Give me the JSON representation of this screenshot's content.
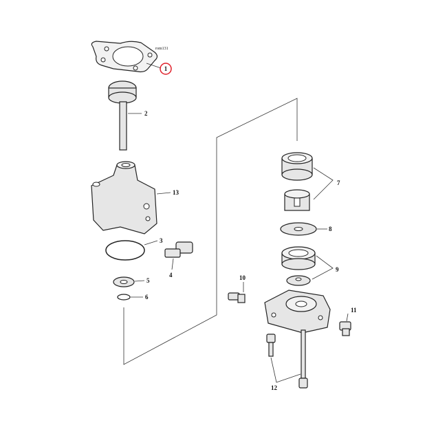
{
  "diagram": {
    "reference_code": "rom131",
    "highlight_color": "#e0202a",
    "callouts": [
      {
        "number": "1",
        "highlighted": true
      },
      {
        "number": "2"
      },
      {
        "number": "13"
      },
      {
        "number": "3"
      },
      {
        "number": "4"
      },
      {
        "number": "5"
      },
      {
        "number": "6"
      },
      {
        "number": "7"
      },
      {
        "number": "8"
      },
      {
        "number": "9"
      },
      {
        "number": "10"
      },
      {
        "number": "11"
      },
      {
        "number": "12"
      }
    ]
  }
}
